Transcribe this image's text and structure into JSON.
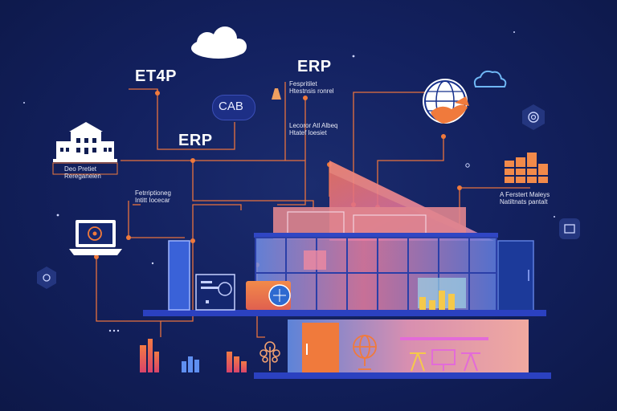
{
  "labels": {
    "et4p": "ET4P",
    "erp_top": "ERP",
    "erp_mid": "ERP",
    "cab": "CAB",
    "erp_caption": "Fespritilet\nHtestnsis ronrel",
    "center_caption": "Lecoror Atl Albeq\nHtatef loesiet",
    "building_caption": "Deo Pretiet\nRereganeien",
    "laptop_caption": "Fetrriptioneg\nIntitt Iocecar",
    "right_caption": "A Ferstert Maleys\nNatiltnats pantalt"
  },
  "icons": [
    "cloud-icon",
    "globe-icon",
    "building-icon",
    "laptop-icon",
    "hexagon-icon",
    "network-icon",
    "tree-icon",
    "monitor-icon",
    "factory-icon"
  ],
  "colors": {
    "background": "#101d52",
    "accent_orange": "#f07a3c",
    "accent_pink": "#e85d8c",
    "accent_blue": "#3a5bd9",
    "window_frame": "#2b3fa8"
  }
}
